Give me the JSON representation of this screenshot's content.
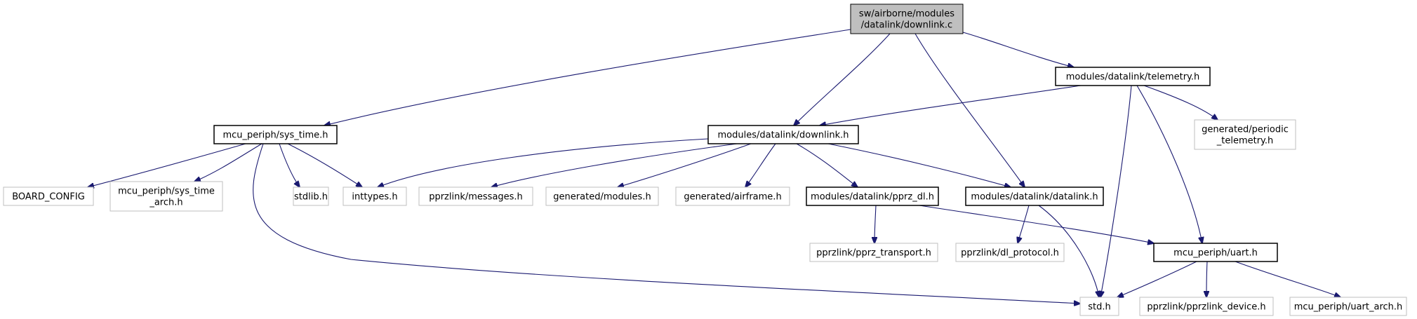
{
  "diagram": {
    "colors": {
      "edge": "#191970",
      "root_fill": "#bfbfbf",
      "node_border": "#000000",
      "external_border": "#bfbfbf",
      "background": "#ffffff"
    },
    "nodes": {
      "root": {
        "lines": [
          "sw/airborne/modules",
          "/datalink/downlink.c"
        ],
        "kind": "root"
      },
      "telemetry_h": {
        "lines": [
          "modules/datalink/telemetry.h"
        ],
        "kind": "local"
      },
      "sys_time_h": {
        "lines": [
          "mcu_periph/sys_time.h"
        ],
        "kind": "local"
      },
      "downlink_h": {
        "lines": [
          "modules/datalink/downlink.h"
        ],
        "kind": "local"
      },
      "periodic_telemetry_h": {
        "lines": [
          "generated/periodic",
          "_telemetry.h"
        ],
        "kind": "external"
      },
      "board_config": {
        "lines": [
          "BOARD_CONFIG"
        ],
        "kind": "external"
      },
      "sys_time_arch_h": {
        "lines": [
          "mcu_periph/sys_time",
          "_arch.h"
        ],
        "kind": "external"
      },
      "stdlib_h": {
        "lines": [
          "stdlib.h"
        ],
        "kind": "external"
      },
      "inttypes_h": {
        "lines": [
          "inttypes.h"
        ],
        "kind": "external"
      },
      "messages_h": {
        "lines": [
          "pprzlink/messages.h"
        ],
        "kind": "external"
      },
      "modules_h": {
        "lines": [
          "generated/modules.h"
        ],
        "kind": "external"
      },
      "airframe_h": {
        "lines": [
          "generated/airframe.h"
        ],
        "kind": "external"
      },
      "pprz_dl_h": {
        "lines": [
          "modules/datalink/pprz_dl.h"
        ],
        "kind": "local"
      },
      "datalink_h": {
        "lines": [
          "modules/datalink/datalink.h"
        ],
        "kind": "local"
      },
      "pprz_transport_h": {
        "lines": [
          "pprzlink/pprz_transport.h"
        ],
        "kind": "external"
      },
      "dl_protocol_h": {
        "lines": [
          "pprzlink/dl_protocol.h"
        ],
        "kind": "external"
      },
      "uart_h": {
        "lines": [
          "mcu_periph/uart.h"
        ],
        "kind": "local"
      },
      "std_h": {
        "lines": [
          "std.h"
        ],
        "kind": "external"
      },
      "pprzlink_device_h": {
        "lines": [
          "pprzlink/pprzlink_device.h"
        ],
        "kind": "external"
      },
      "uart_arch_h": {
        "lines": [
          "mcu_periph/uart_arch.h"
        ],
        "kind": "external"
      }
    },
    "edges": [
      [
        "root",
        "sys_time_h"
      ],
      [
        "root",
        "downlink_h"
      ],
      [
        "root",
        "datalink_h"
      ],
      [
        "root",
        "telemetry_h"
      ],
      [
        "telemetry_h",
        "downlink_h"
      ],
      [
        "telemetry_h",
        "periodic_telemetry_h"
      ],
      [
        "telemetry_h",
        "std_h"
      ],
      [
        "telemetry_h",
        "uart_h"
      ],
      [
        "sys_time_h",
        "board_config"
      ],
      [
        "sys_time_h",
        "sys_time_arch_h"
      ],
      [
        "sys_time_h",
        "stdlib_h"
      ],
      [
        "sys_time_h",
        "inttypes_h"
      ],
      [
        "sys_time_h",
        "std_h"
      ],
      [
        "downlink_h",
        "inttypes_h"
      ],
      [
        "downlink_h",
        "messages_h"
      ],
      [
        "downlink_h",
        "modules_h"
      ],
      [
        "downlink_h",
        "airframe_h"
      ],
      [
        "downlink_h",
        "pprz_dl_h"
      ],
      [
        "downlink_h",
        "datalink_h"
      ],
      [
        "pprz_dl_h",
        "pprz_transport_h"
      ],
      [
        "pprz_dl_h",
        "uart_h"
      ],
      [
        "datalink_h",
        "dl_protocol_h"
      ],
      [
        "datalink_h",
        "std_h"
      ],
      [
        "uart_h",
        "std_h"
      ],
      [
        "uart_h",
        "pprzlink_device_h"
      ],
      [
        "uart_h",
        "uart_arch_h"
      ]
    ]
  }
}
